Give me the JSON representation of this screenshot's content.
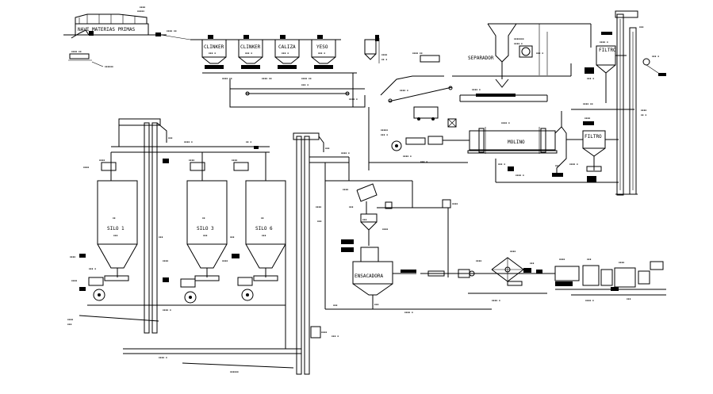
{
  "diagram": {
    "storage_hall": "NAVE MATERIAS PRIMAS",
    "hoppers": [
      {
        "label": "CLINKER"
      },
      {
        "label": "CLINKER"
      },
      {
        "label": "CALIZA"
      },
      {
        "label": "YESO"
      }
    ],
    "separator": "SEPARADOR",
    "filter_top": "FILTRO",
    "filter_mid": "FILTRO",
    "mill": "MOLINO",
    "silos": [
      {
        "label": "SILO 1"
      },
      {
        "label": "SILO 3"
      },
      {
        "label": "SILO 6"
      }
    ],
    "bagging_unit": "ENSACADORA"
  }
}
